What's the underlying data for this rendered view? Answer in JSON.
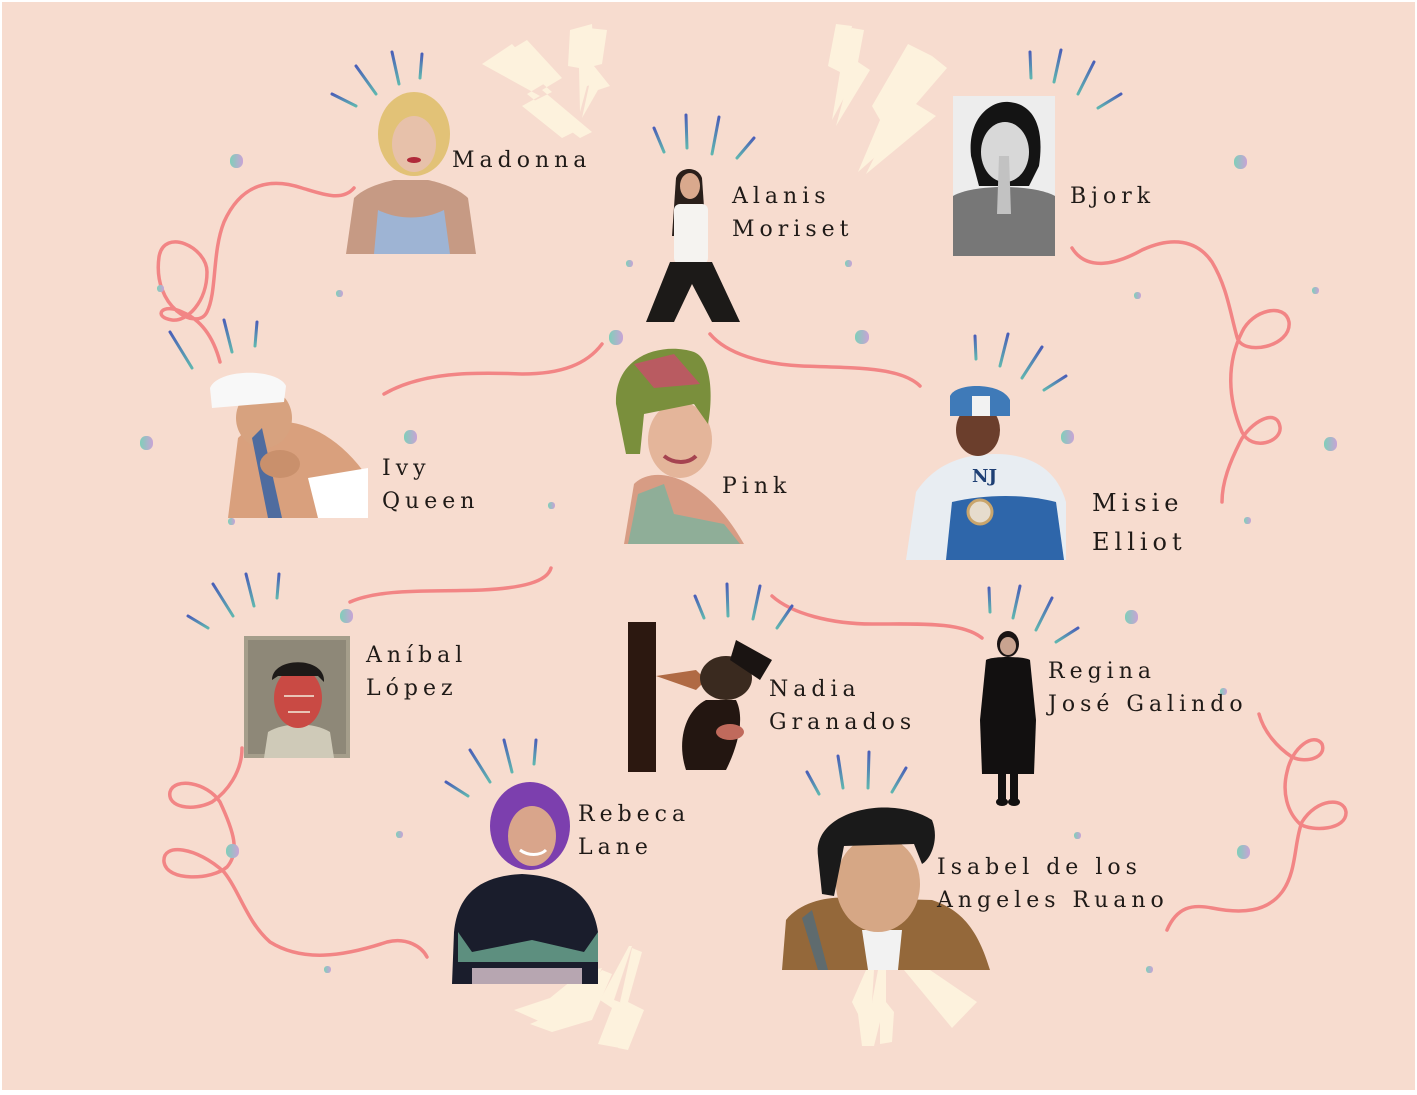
{
  "poster": {
    "background": "#f7dccf",
    "line_color": "#f28585",
    "bolt_color": "#fdf2dd",
    "burst_colors": [
      "#4a5fb8",
      "#5fb6b0"
    ],
    "dot_gradient": [
      "#7fcfb9",
      "#c9a3d6"
    ]
  },
  "people": [
    {
      "id": "madonna",
      "lines": [
        "Madonna"
      ],
      "photo": "blonde curls, blue sequin top"
    },
    {
      "id": "alanis",
      "lines": [
        "Alanis",
        "Moriset"
      ],
      "photo": "long dark hair, white tank top, black pants"
    },
    {
      "id": "bjork",
      "lines": [
        "Bjork"
      ],
      "photo": "black and white portrait, hands at mouth"
    },
    {
      "id": "ivy",
      "lines": [
        "Ivy",
        "Queen"
      ],
      "photo": "white head wrap, white top"
    },
    {
      "id": "pink",
      "lines": [
        "Pink"
      ],
      "photo": "multicolor updo hair"
    },
    {
      "id": "misie",
      "lines": [
        "Misie",
        "Elliot"
      ],
      "photo": "blue and white N.J. jersey, cap"
    },
    {
      "id": "anibal",
      "lines": [
        "Aníbal",
        "López"
      ],
      "photo": "old ID photo with red paint"
    },
    {
      "id": "nadia",
      "lines": [
        "Nadia",
        "Granados"
      ],
      "photo": "performer with pole, headgear"
    },
    {
      "id": "regina",
      "lines": [
        "Regina",
        "José Galindo"
      ],
      "photo": "standing figure in black coat"
    },
    {
      "id": "rebeca",
      "lines": [
        "Rebeca",
        "Lane"
      ],
      "photo": "purple curly hair, tattoos"
    },
    {
      "id": "isabel",
      "lines": [
        "Isabel de los",
        "Angeles Ruano"
      ],
      "photo": "elderly woman in black cap"
    }
  ]
}
